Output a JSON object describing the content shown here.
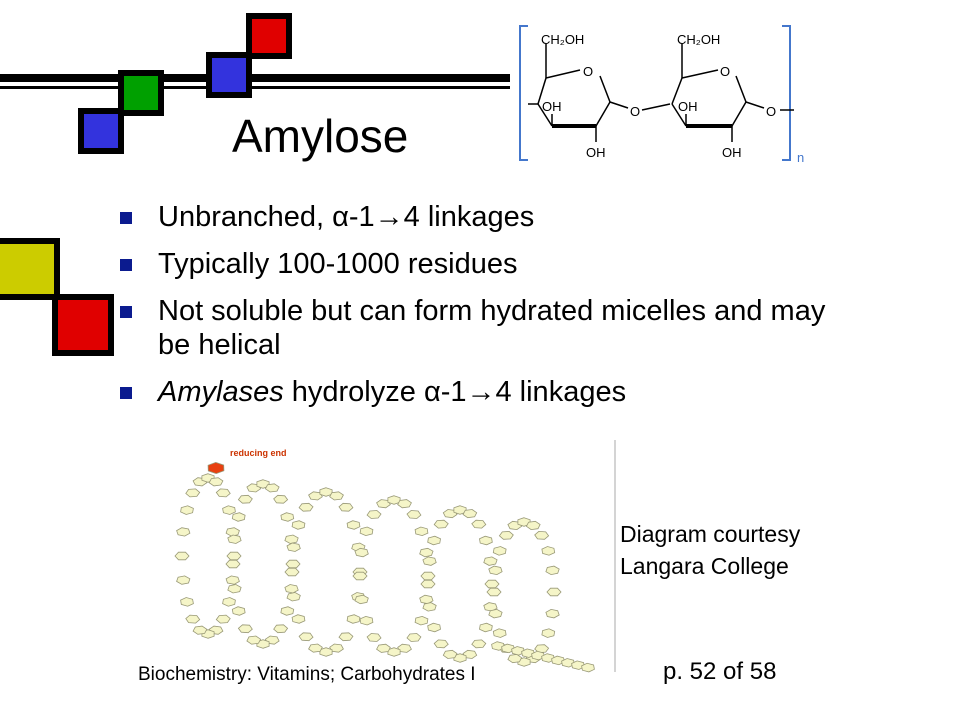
{
  "slide": {
    "title": "Amylose",
    "bullets": [
      {
        "pre": "Unbranched, ",
        "greek": "α",
        "post": "-1→4 linkages",
        "italic": ""
      },
      {
        "pre": "Typically 100-1000 residues",
        "greek": "",
        "post": "",
        "italic": ""
      },
      {
        "pre": "Not soluble but can form hydrated micelles and may be helical",
        "greek": "",
        "post": "",
        "italic": ""
      },
      {
        "italic": "Amylases",
        "pre": " hydrolyze ",
        "greek": "α",
        "post": "-1→4 linkages"
      }
    ],
    "credit_line1": "Diagram courtesy",
    "credit_line2": "Langara College",
    "footer": "Biochemistry: Vitamins; Carbohydrates I",
    "page": "p. 52 of 58"
  },
  "structure": {
    "left_group": "CH₂OH",
    "right_group": "CH₂OH",
    "ring_o": "O",
    "bridge_o": "O",
    "oh": "OH",
    "subscript": "n"
  },
  "helix": {
    "label": "reducing end"
  },
  "colors": {
    "red": "#e00000",
    "green": "#00a000",
    "blue": "#3333dd",
    "yellow": "#cccc00",
    "bullet": "#0b1b8f",
    "bracket": "#4477cc",
    "residue": "#f5f5c8",
    "reducing_end": "#e84010"
  }
}
